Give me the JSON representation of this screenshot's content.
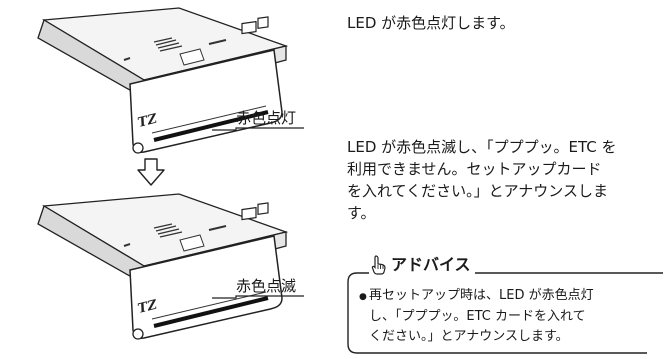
{
  "steps": [
    {
      "callout": "赤色点灯",
      "description": "LED が赤色点灯します。"
    },
    {
      "callout": "赤色点滅",
      "description_lines": [
        "LED が赤色点滅し、「プププッ。ETC を",
        "利用できません。セットアップカード",
        "を入れてください。」とアナウンスしま",
        "す。"
      ]
    }
  ],
  "advice": {
    "title": "アドバイス",
    "icon": "pointing-hand-icon",
    "bullet": "●",
    "lines": [
      "再セットアップ時は、LED が赤色点灯",
      "し、「プププッ。ETC カードを入れて",
      "ください。」とアナウンスします。"
    ]
  },
  "device_logo": "TZ",
  "arrow": "down-arrow-icon"
}
